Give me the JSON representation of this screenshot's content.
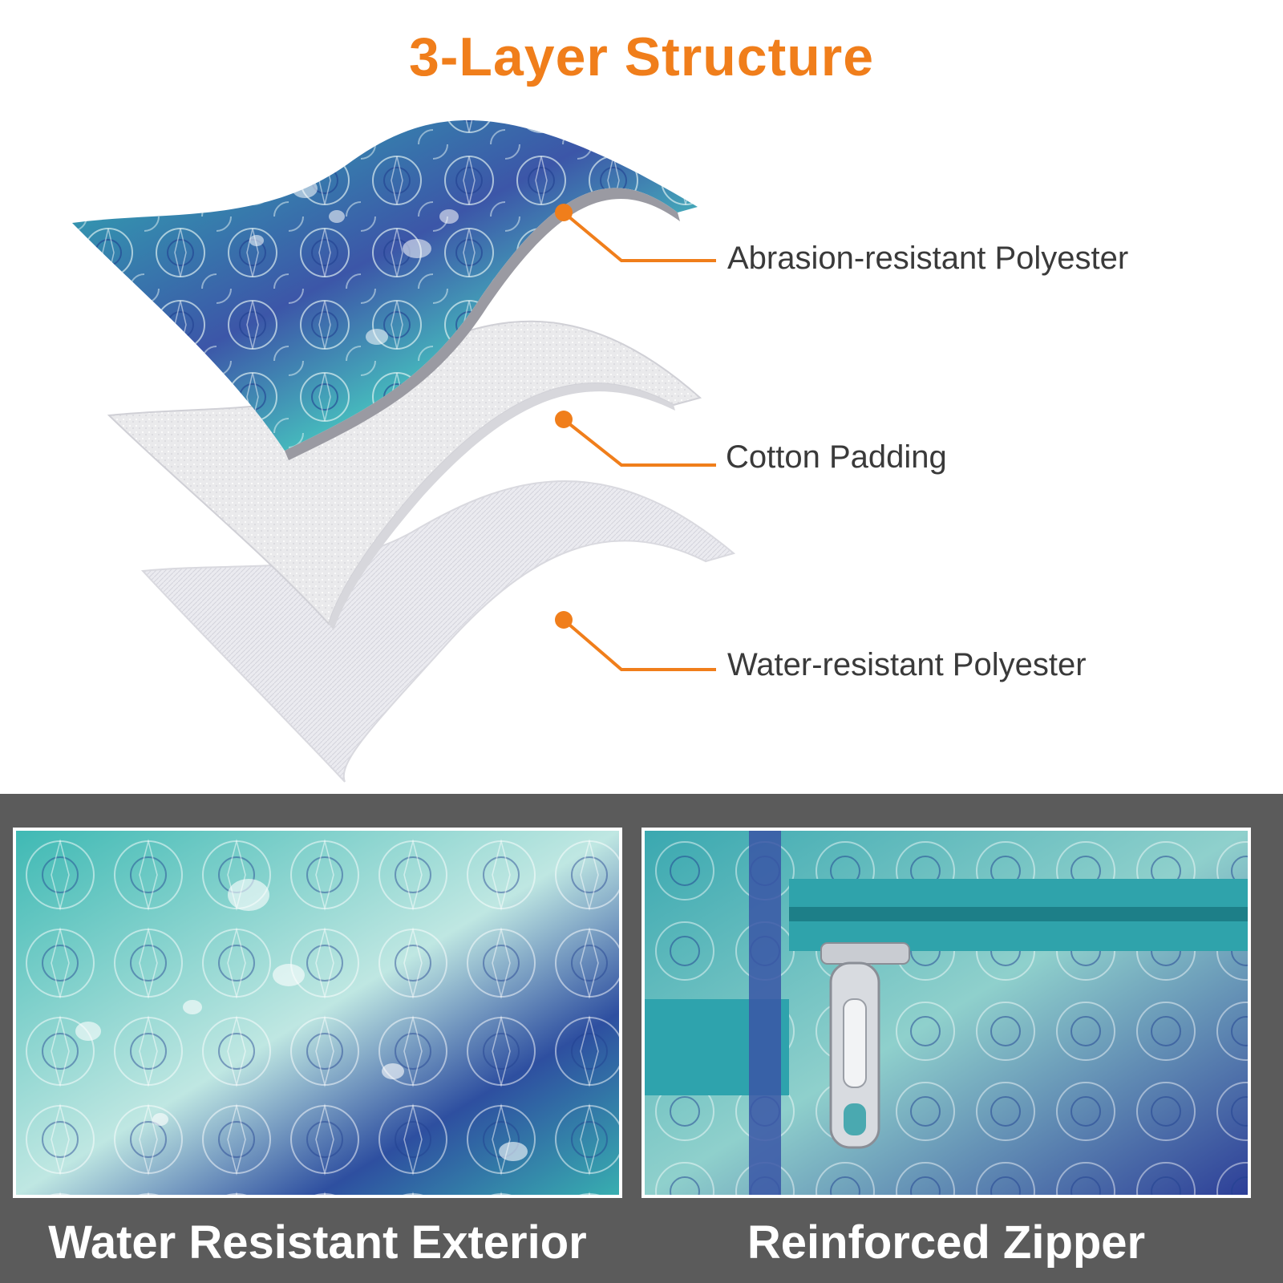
{
  "title": "3-Layer Structure",
  "accent_color": "#f07e1b",
  "layers": [
    {
      "label": "Abrasion-resistant Polyester",
      "icon": "dot-marker-icon"
    },
    {
      "label": "Cotton Padding",
      "icon": "dot-marker-icon"
    },
    {
      "label": "Water-resistant Polyester",
      "icon": "dot-marker-icon"
    }
  ],
  "features": [
    {
      "caption": "Water Resistant Exterior"
    },
    {
      "caption": "Reinforced Zipper"
    }
  ]
}
